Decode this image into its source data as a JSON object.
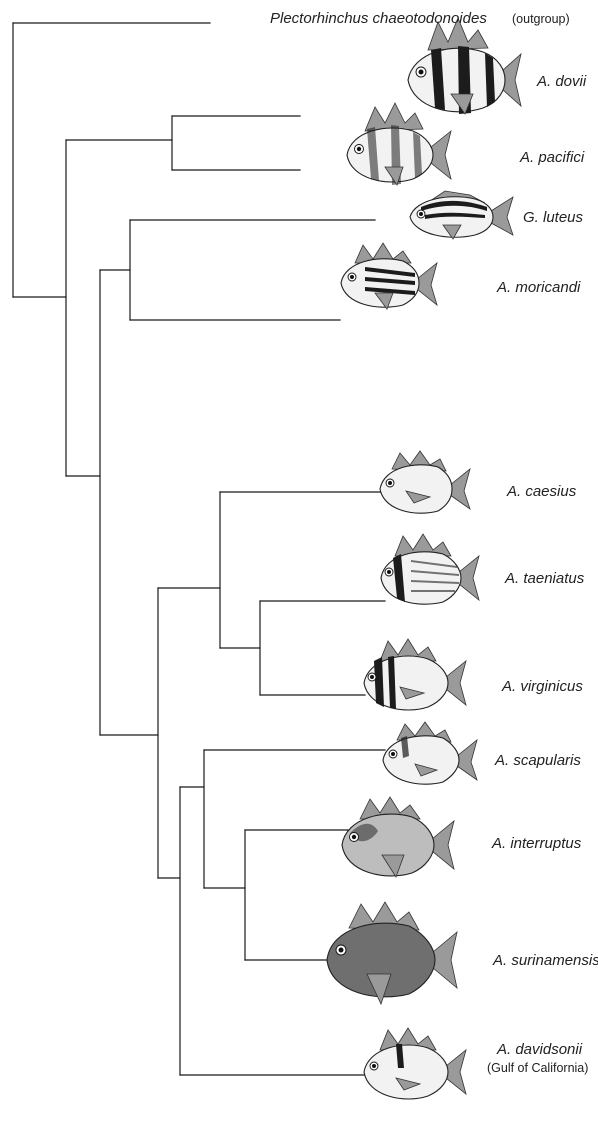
{
  "figure": {
    "outgroup_label": "Plectorhinchus chaeotodonoides",
    "outgroup_note": "(outgroup)",
    "taxa": [
      {
        "id": "dovii",
        "name": "A. dovii",
        "fish_icon": "fish-icon-dovii"
      },
      {
        "id": "pacifici",
        "name": "A. pacifici",
        "fish_icon": "fish-icon-pacifici"
      },
      {
        "id": "luteus",
        "name": "G. luteus",
        "fish_icon": "fish-icon-luteus"
      },
      {
        "id": "moricandi",
        "name": "A. moricandi",
        "fish_icon": "fish-icon-moricandi"
      },
      {
        "id": "caesius",
        "name": "A. caesius",
        "fish_icon": "fish-icon-caesius"
      },
      {
        "id": "taeniatus",
        "name": "A. taeniatus",
        "fish_icon": "fish-icon-taeniatus"
      },
      {
        "id": "virginicus",
        "name": "A. virginicus",
        "fish_icon": "fish-icon-virginicus"
      },
      {
        "id": "scapularis",
        "name": "A. scapularis",
        "fish_icon": "fish-icon-scapularis"
      },
      {
        "id": "interruptus",
        "name": "A. interruptus",
        "fish_icon": "fish-icon-interruptus"
      },
      {
        "id": "surinamensis",
        "name": "A. surinamensis",
        "fish_icon": "fish-icon-surinamensis"
      },
      {
        "id": "davidsonii",
        "name": "A. davidsonii",
        "note": "(Gulf of California)",
        "fish_icon": "fish-icon-davidsonii"
      }
    ]
  }
}
